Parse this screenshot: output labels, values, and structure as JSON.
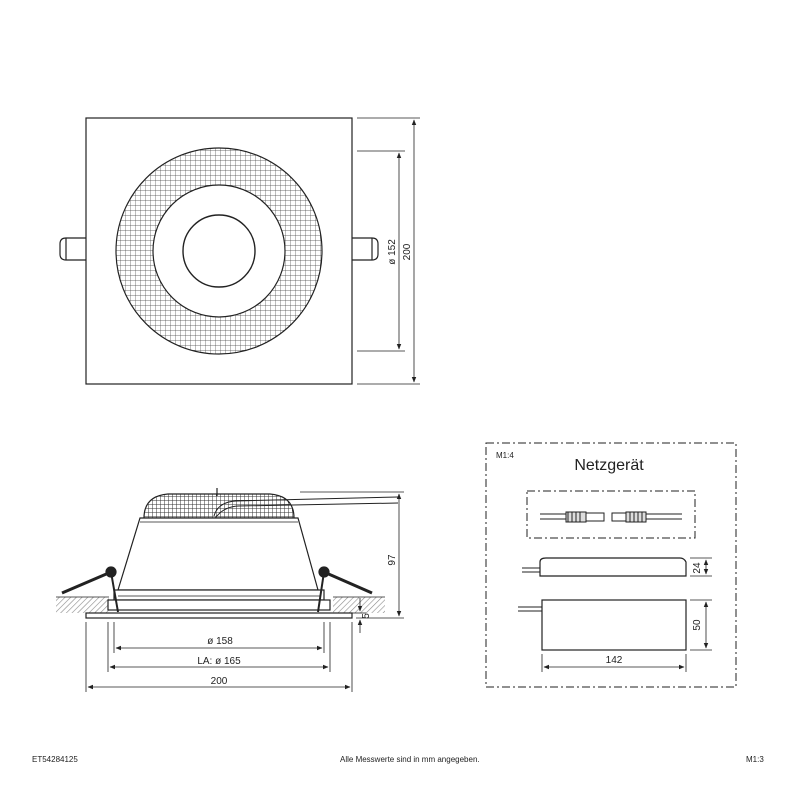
{
  "top_view": {
    "dim_diameter": "ø 152",
    "dim_size": "200"
  },
  "side_view": {
    "dim_height": "97",
    "dim_rim": "5",
    "dim_cutout_inner": "ø 158",
    "dim_cutout": "LA: ø 165",
    "dim_width": "200"
  },
  "driver_box": {
    "scale": "M1:4",
    "title": "Netzgerät",
    "dim_height_flat": "24",
    "dim_height": "50",
    "dim_length": "142"
  },
  "footer": {
    "article_number": "ET54284125",
    "note": "Alle Messwerte sind in mm angegeben.",
    "scale": "M1:3"
  },
  "colors": {
    "line": "#222222",
    "hatch": "#8a8a8a"
  }
}
